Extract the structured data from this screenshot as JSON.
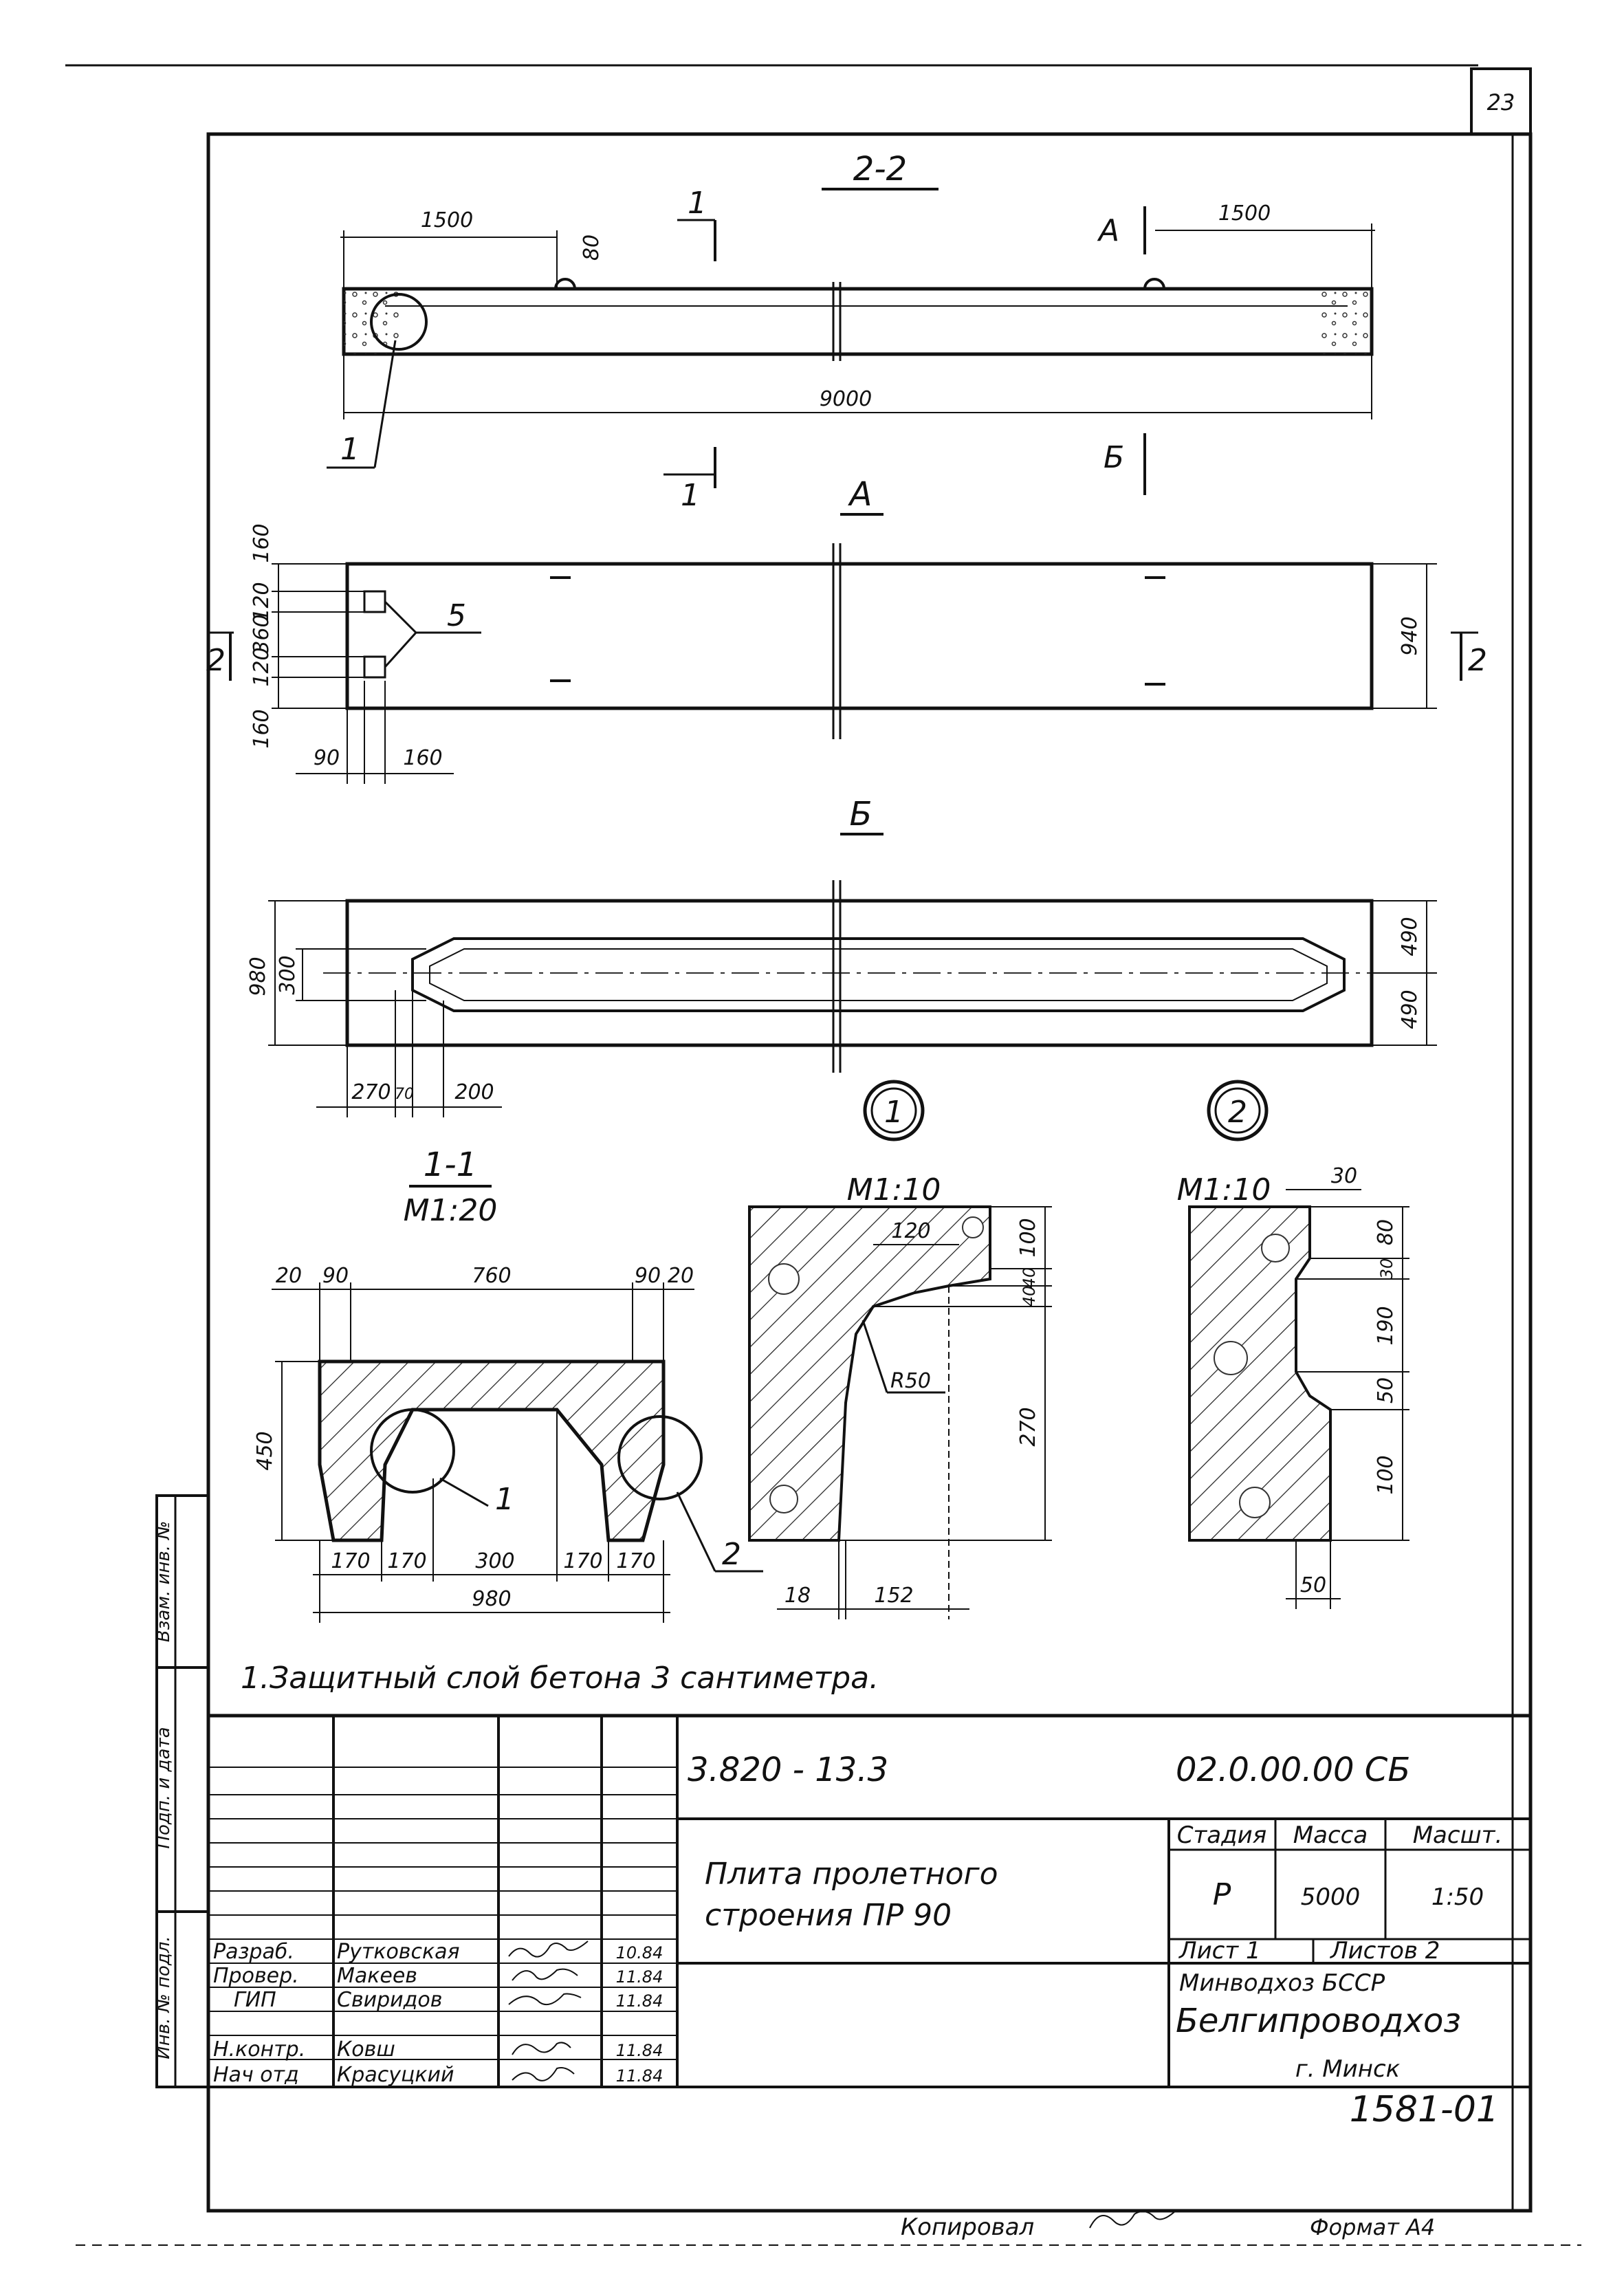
{
  "sheet": {
    "page_number": "23",
    "copied_by_label": "Копировал",
    "format_label": "Формат А4",
    "archive_number": "1581-01"
  },
  "views": {
    "section_2_2": {
      "title": "2-2",
      "dims": [
        "1500",
        "80",
        "1500",
        "9000"
      ],
      "cut_marks": [
        "1",
        "1",
        "А",
        "Б"
      ],
      "callout": "1"
    },
    "view_a": {
      "title": "А",
      "dims_left": [
        "160",
        "120",
        "360",
        "120",
        "160"
      ],
      "dims_right": "940",
      "dims_bottom": [
        "90",
        "160"
      ],
      "callout": "5",
      "cut_marks": [
        "2",
        "2"
      ]
    },
    "view_b": {
      "title": "Б",
      "dims_left": [
        "980",
        "300"
      ],
      "dims_right": [
        "490",
        "490"
      ],
      "dims_bottom": [
        "270",
        "70",
        "200"
      ]
    },
    "section_1_1": {
      "title": "1-1",
      "scale": "М1:20",
      "dims_top": [
        "20",
        "90",
        "760",
        "90",
        "20"
      ],
      "dims_bottom": [
        "170",
        "170",
        "300",
        "170",
        "170"
      ],
      "dim_total": "980",
      "dim_height": "450",
      "callouts": [
        "1",
        "2"
      ]
    },
    "detail_1": {
      "marker": "1",
      "scale": "М1:10",
      "dims_right": [
        "100",
        "40",
        "40",
        "270"
      ],
      "dims_bottom": [
        "18",
        "152"
      ],
      "dim_top": "120",
      "radius": "R50"
    },
    "detail_2": {
      "marker": "2",
      "scale": "М1:10",
      "dim_top": "30",
      "dims_right": [
        "80",
        "30",
        "190",
        "50",
        "100"
      ],
      "dim_bottom": "50"
    }
  },
  "note": "1.Защитный   слой   бетона  3  сантиметра.",
  "side_stamp": [
    "Взам. инв. №",
    "Подп. и дата",
    "Инв. № подл."
  ],
  "title_block": {
    "doc_code": "3.820 - 13.3",
    "drawing_code": "02.0.00.00  СБ",
    "title_line1": "Плита  пролетного",
    "title_line2": "строения   ПР  90",
    "stage_header": "Стадия",
    "mass_header": "Масса",
    "scale_header": "Масшт.",
    "stage": "Р",
    "mass": "5000",
    "scale": "1:50",
    "sheet_label": "Лист 1",
    "sheets_label": "Листов 2",
    "org_line1": "Минводхоз  БССР",
    "org_line2": "Белгипроводхоз",
    "org_line3": "г. Минск",
    "people": [
      {
        "role": "Разраб.",
        "name": "Рутковская",
        "date": "10.84"
      },
      {
        "role": "Провер.",
        "name": "Макеев",
        "date": "11.84"
      },
      {
        "role": "ГИП",
        "name": "Свиридов",
        "date": "11.84"
      },
      {
        "role": "Н.контр.",
        "name": "Ковш",
        "date": "11.84"
      },
      {
        "role": "Нач отд",
        "name": "Красуцкий",
        "date": "11.84"
      }
    ]
  }
}
